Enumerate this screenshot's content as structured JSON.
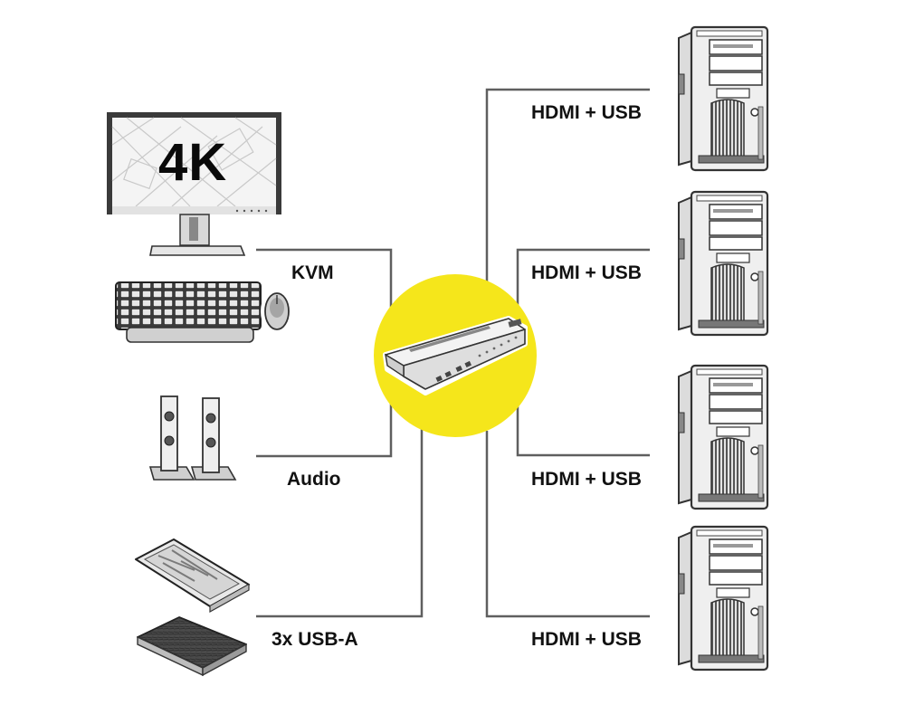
{
  "monitor": {
    "text": "4K"
  },
  "connections": {
    "kvm": "KVM",
    "audio": "Audio",
    "usb": "3x USB-A",
    "pc_links": [
      "HDMI + USB",
      "HDMI + USB",
      "HDMI + USB",
      "HDMI + USB"
    ]
  },
  "colors": {
    "hub_circle": "#f5e61b",
    "cable": "#5f5f5f",
    "device_outline": "#333333"
  }
}
